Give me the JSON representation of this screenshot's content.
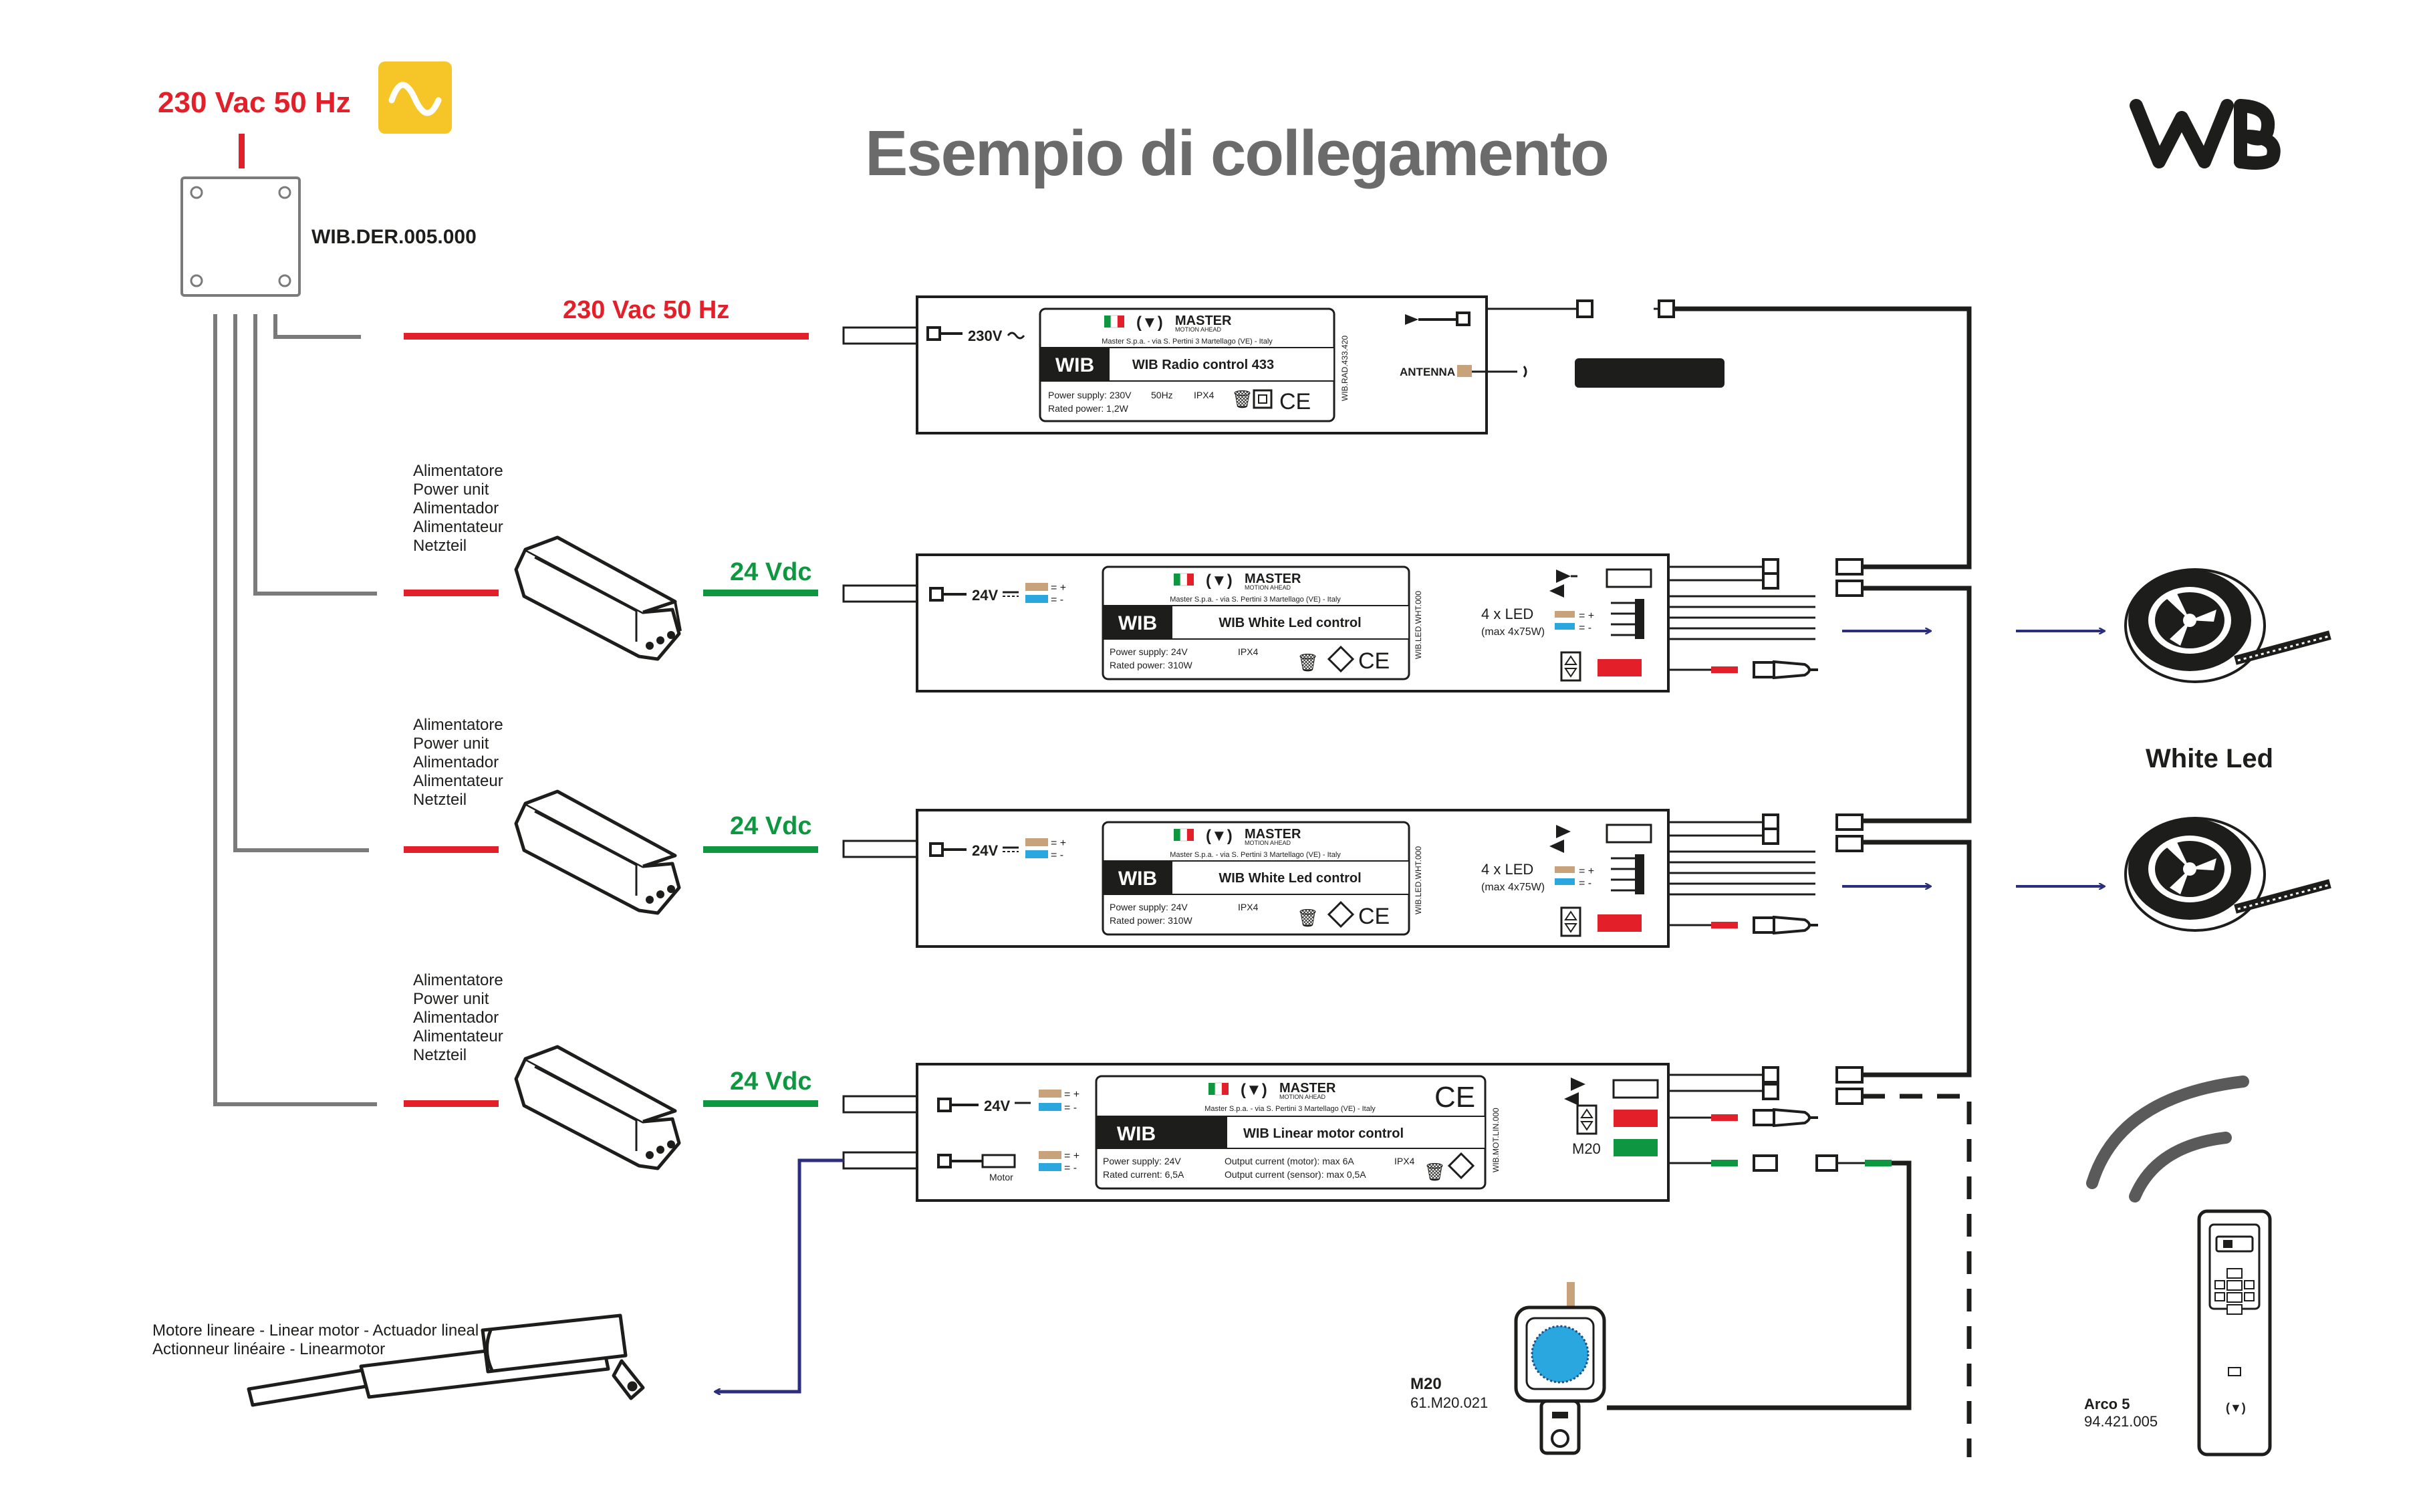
{
  "title": "Esempio di collegamento",
  "mains_label": "230 Vac 50 Hz",
  "der_code": "WIB.DER.005.000",
  "line_230_label": "230 Vac 50 Hz",
  "line_24_label": "24 Vdc",
  "power_unit_labels": [
    "Alimentatore",
    "Power unit",
    "Alimentador",
    "Alimentateur",
    "Netzteil"
  ],
  "brand": {
    "master": "MASTER",
    "tagline": "MOTION AHEAD",
    "address": "Master S.p.a. - via S. Pertini 3 Martellago (VE) - Italy"
  },
  "radio": {
    "input": "230V",
    "name": "WIB Radio control 433",
    "supply": "Power supply: 230V",
    "hz": "50Hz",
    "power": "Rated power: 1,2W",
    "ip": "IPX4",
    "code": "WIB.RAD.433.420",
    "antenna": "ANTENNA"
  },
  "led_units": [
    {
      "input": "24V",
      "name": "WIB White Led control",
      "supply": "Power supply: 24V",
      "power": "Rated power: 310W",
      "ip": "IPX4",
      "code": "WIB.LED.WHT.000",
      "led_label": "4 x LED",
      "led_max": "(max 4x75W)"
    },
    {
      "input": "24V",
      "name": "WIB White Led control",
      "supply": "Power supply: 24V",
      "power": "Rated power: 310W",
      "ip": "IPX4",
      "code": "WIB.LED.WHT.000",
      "led_label": "4 x LED",
      "led_max": "(max 4x75W)"
    }
  ],
  "motor_unit": {
    "input": "24V",
    "motor_label": "Motor",
    "name": "WIB Linear motor control",
    "supply": "Power supply: 24V",
    "current": "Rated current: 6,5A",
    "out_motor": "Output current (motor): max 6A",
    "out_sensor": "Output current (sensor): max 0,5A",
    "ip": "IPX4",
    "code": "WIB.MOT.LIN.000",
    "m20": "M20"
  },
  "white_led": "White Led",
  "linear_motor": [
    "Motore lineare - Linear motor - Actuador lineal",
    "Actionneur linéaire - Linearmotor"
  ],
  "sensor": {
    "name": "M20",
    "code": "61.M20.021"
  },
  "remote": {
    "name": "Arco 5",
    "code": "94.421.005"
  },
  "colors": {
    "red": "#e3202a",
    "green": "#0f9640",
    "navy": "#2b2e7f",
    "gray": "#7a7a7a",
    "yellow": "#f6c628",
    "copper": "#c7a27a",
    "blue": "#2aa7df",
    "dark": "#1d1d1b"
  }
}
